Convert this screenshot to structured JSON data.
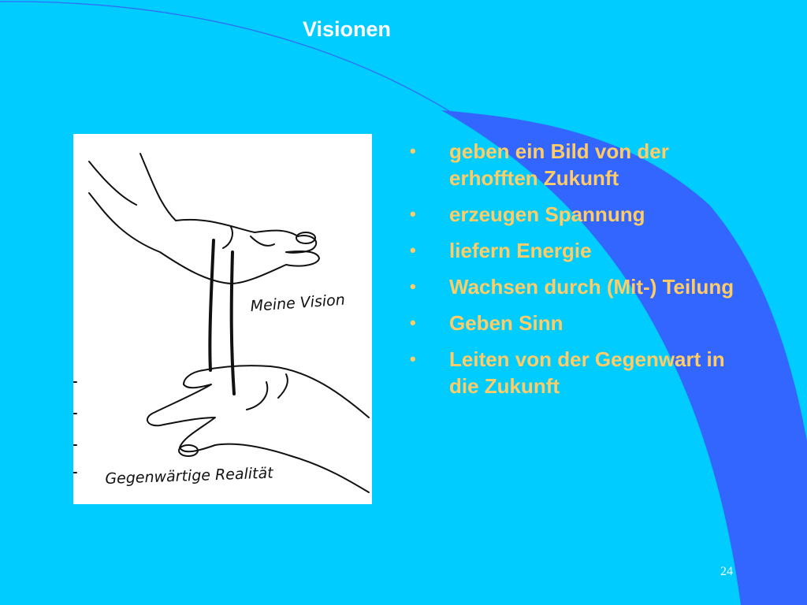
{
  "slide": {
    "title": "Visionen",
    "page_number": "24",
    "colors": {
      "background": "#00ccff",
      "accent_shape": "#3366ff",
      "title_text": "#ffffff",
      "bullet_text": "#ffcc66"
    }
  },
  "illustration": {
    "label_vision": "Meine Vision",
    "label_reality": "Gegenwärtige Realität"
  },
  "bullets": [
    {
      "text": "geben ein Bild von der erhofften Zukunft"
    },
    {
      "text": "erzeugen Spannung"
    },
    {
      "text": "liefern Energie"
    },
    {
      "text": "Wachsen durch (Mit-) Teilung"
    },
    {
      "text": "Geben Sinn"
    },
    {
      "text": "Leiten von der Gegenwart in die Zukunft"
    }
  ],
  "bullet_glyph": "•"
}
